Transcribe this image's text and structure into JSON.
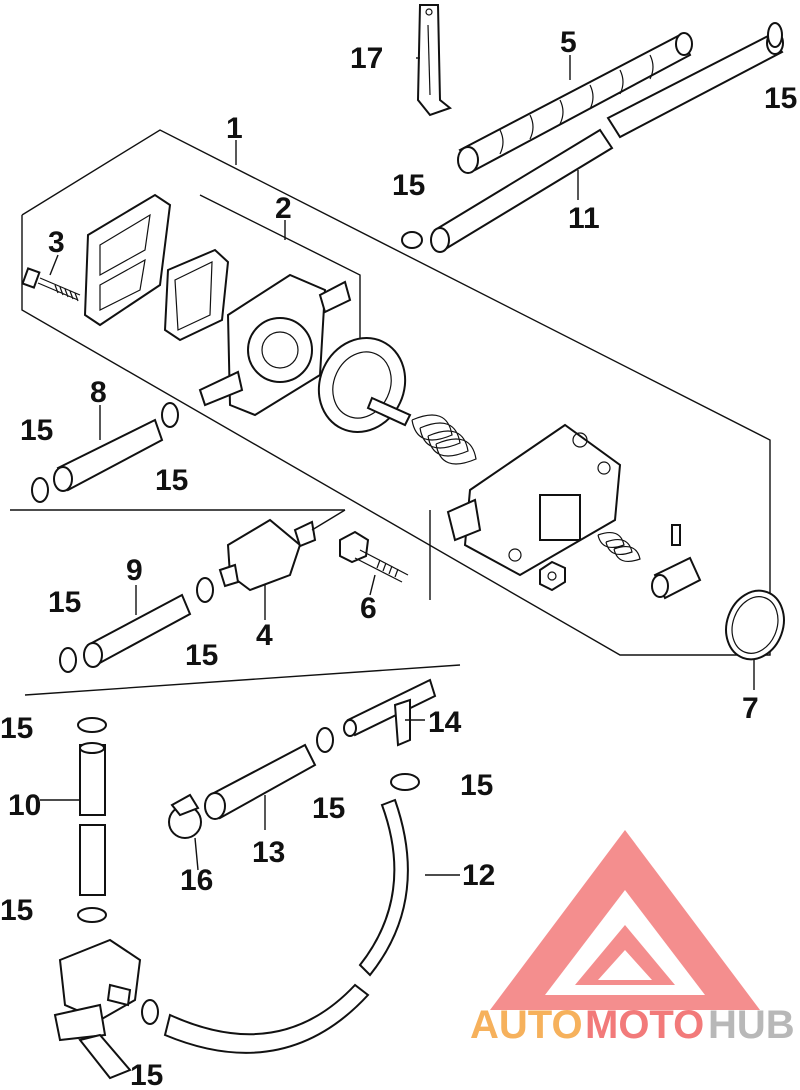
{
  "callouts": {
    "c1": "1",
    "c2": "2",
    "c3": "3",
    "c4": "4",
    "c5": "5",
    "c6": "6",
    "c7": "7",
    "c8": "8",
    "c9": "9",
    "c10": "10",
    "c11": "11",
    "c12": "12",
    "c13": "13",
    "c14": "14",
    "c15": "15",
    "c16": "16",
    "c17": "17"
  },
  "watermark": {
    "auto": "AUTO",
    "moto": "MOTO",
    "hub": "HUB",
    "colors": {
      "auto": "#f6b15c",
      "moto": "#f27a7a",
      "hub": "#b8b8b8",
      "logo": "#f27a7a"
    }
  }
}
